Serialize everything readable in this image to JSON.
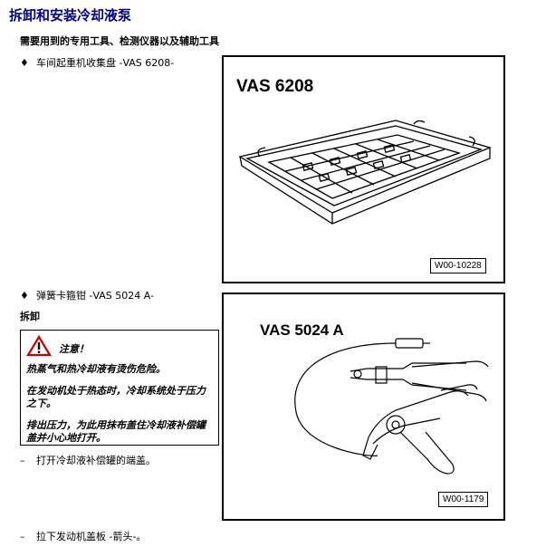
{
  "doc": {
    "title": "拆卸和安装冷却液泵",
    "tools_heading": "需要用到的专用工具、检测仪器以及辅助工具",
    "item1": {
      "bullet": "♦",
      "text": "车间起重机收集盘 -VAS 6208-"
    },
    "item2": {
      "bullet": "♦",
      "text": "弹簧卡箍钳 -VAS 5024 A-"
    },
    "section_heading": "拆卸",
    "warning": {
      "icon": "warning-triangle-icon",
      "label": "注意！",
      "lines": [
        "热蒸气和热冷却液有烫伤危险。",
        "在发动机处于热态时，冷却系统处于压力之下。",
        "排出压力，为此用抹布盖住冷却液补偿罐盖并小心地打开。"
      ]
    },
    "step1": {
      "bullet": "–",
      "text": "打开冷却液补偿罐的端盖。"
    },
    "step2": {
      "bullet": "–",
      "text": "拉下发动机盖板 -箭头-。"
    }
  },
  "figures": [
    {
      "label": "VAS 6208",
      "number": "W00-10228"
    },
    {
      "label": "VAS 5024 A",
      "number": "W00-1179"
    }
  ]
}
